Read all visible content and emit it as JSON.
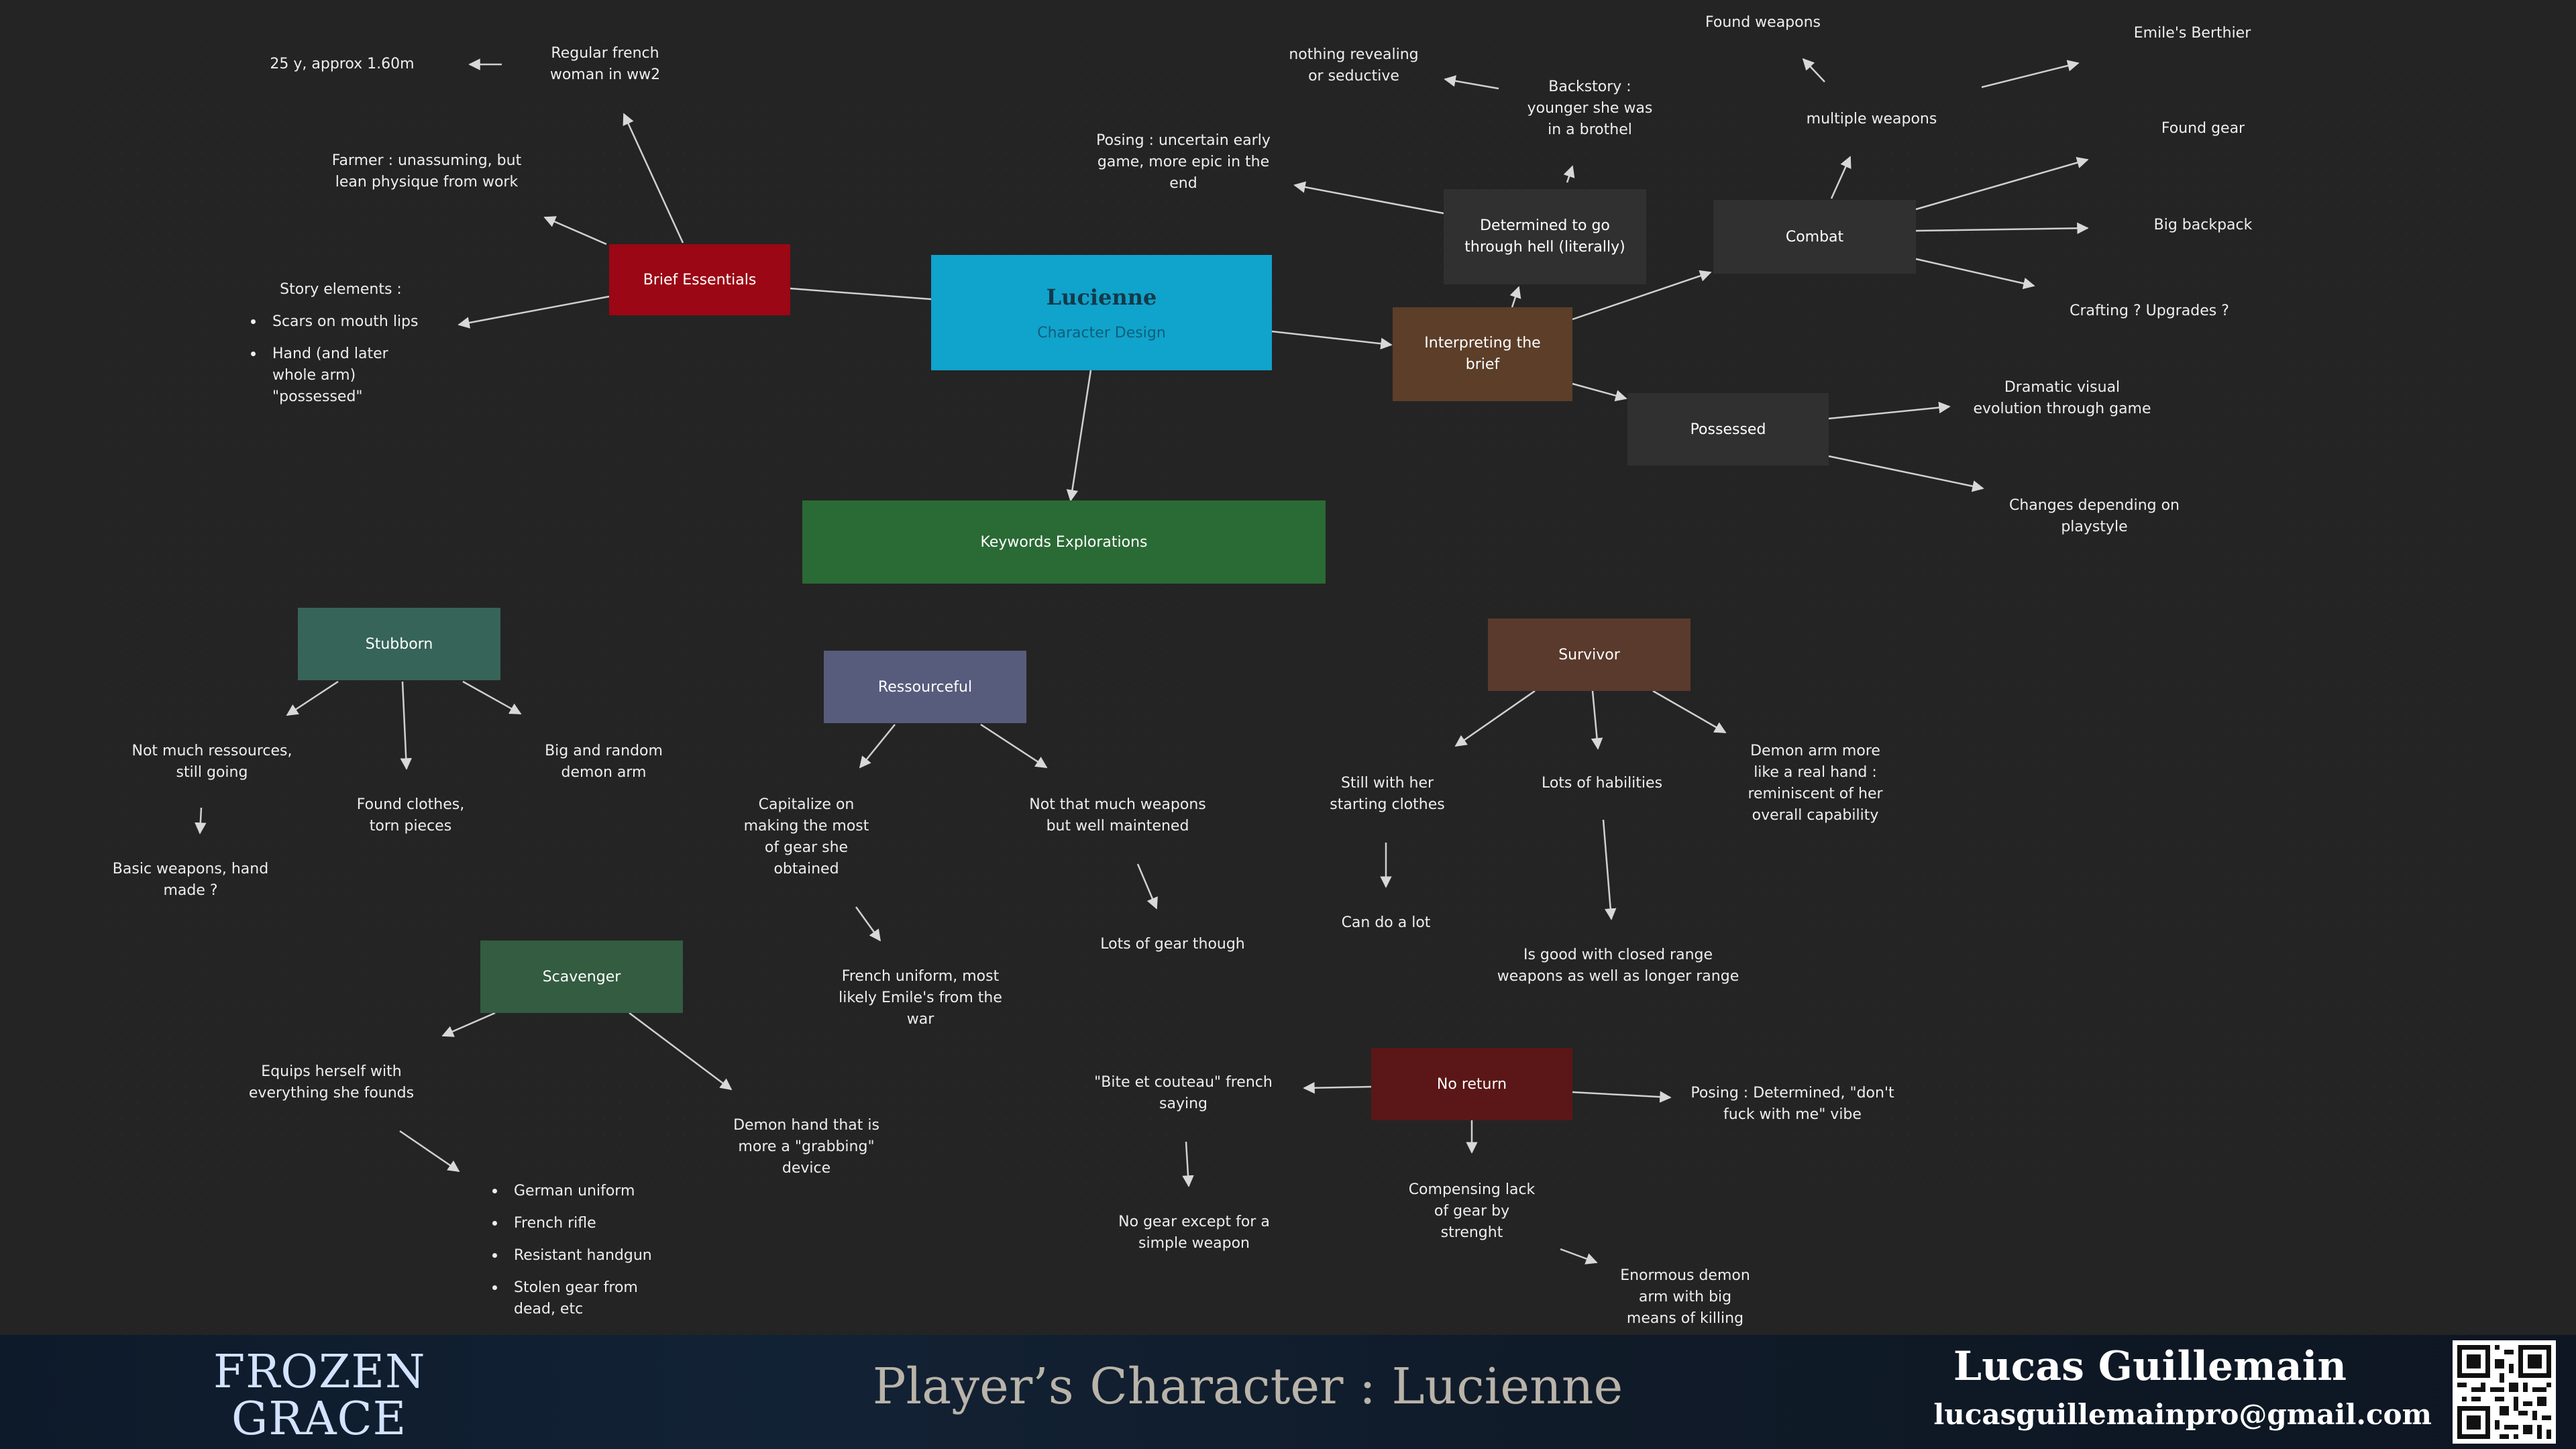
{
  "nodes": {
    "root_title": "Lucienne",
    "root_subtitle": "Character Design",
    "brief_essentials": "Brief Essentials",
    "interpreting_brief": "Interpreting the\nbrief",
    "keywords": "Keywords Explorations",
    "determined": "Determined to go\nthrough hell (literally)",
    "combat": "Combat",
    "possessed": "Possessed",
    "stubborn": "Stubborn",
    "ressourceful": "Ressourceful",
    "survivor": "Survivor",
    "scavenger": "Scavenger",
    "no_return": "No return"
  },
  "labels": {
    "age": "25 y, approx 1.60m",
    "regular_french": "Regular french\nwoman in ww2",
    "farmer": "Farmer : unassuming, but\nlean physique from work",
    "story_elements": "Story elements :",
    "posing_uncertain": "Posing : uncertain early\ngame, more epic in the\nend",
    "nothing_revealing": "nothing revealing\nor seductive",
    "backstory": "Backstory :\nyounger she was\nin a brothel",
    "found_weapons": "Found weapons",
    "multiple_weapons": "multiple weapons",
    "emiles_berthier": "Emile's Berthier",
    "found_gear": "Found gear",
    "big_backpack": "Big backpack",
    "crafting": "Crafting ? Upgrades ?",
    "dramatic_visual": "Dramatic visual\nevolution through game",
    "changes_playstyle": "Changes depending on\nplaystyle",
    "not_much_ressources": "Not much ressources,\nstill going",
    "basic_weapons": "Basic weapons, hand\nmade ?",
    "found_clothes": "Found clothes,\ntorn pieces",
    "big_random_arm": "Big and random\ndemon arm",
    "capitalize": "Capitalize on\nmaking the most\nof gear she\nobtained",
    "french_uniform": "French uniform, most\nlikely Emile's from the\nwar",
    "not_that_much": "Not that much weapons\nbut well maintened",
    "lots_of_gear": "Lots of gear though",
    "still_with_clothes": "Still with her\nstarting clothes",
    "can_do_a_lot": "Can do a lot",
    "lots_of_habilities": "Lots of habilities",
    "good_with_range": "Is good with closed range\nweapons as well as longer range",
    "demon_arm_hand": "Demon arm more\nlike a real hand :\nreminiscent of her\noverall capability",
    "equips_herself": "Equips herself with\neverything she founds",
    "demon_hand_grabbing": "Demon hand that is\nmore a \"grabbing\"\ndevice",
    "bite_couteau": "\"Bite et couteau\" french\nsaying",
    "no_gear": "No gear except for a\nsimple weapon",
    "compensing": "Compensing lack\nof gear by\nstrenght",
    "enormous_demon_arm": "Enormous demon\narm with big\nmeans of killing",
    "posing_determined": "Posing : Determined, \"don't\nfuck with me\" vibe"
  },
  "lists": {
    "story": [
      "Scars on mouth lips",
      "Hand (and later\nwhole arm)\n\"possessed\""
    ],
    "scavenger_gear": [
      "German uniform",
      "French rifle",
      "Resistant handgun",
      "Stolen gear from\ndead, etc"
    ]
  },
  "footer": {
    "logo_line1": "FROZEN",
    "logo_line2": "GRACE",
    "title": "Player’s Character : Lucienne",
    "author": "Lucas Guillemain",
    "email": "lucasguillemainpro@gmail.com"
  },
  "colors": {
    "root": "#10a3cc",
    "brief_essentials": "#9b0714",
    "interpreting_brief": "#5c3e29",
    "keywords": "#2a6a34",
    "dark_node": "#303030",
    "stubborn": "#366458",
    "ressourceful": "#585c7c",
    "survivor": "#5a3a2c",
    "scavenger": "#335c40",
    "no_return": "#5b1717"
  },
  "icons": {
    "qr": "qr-code-icon"
  }
}
